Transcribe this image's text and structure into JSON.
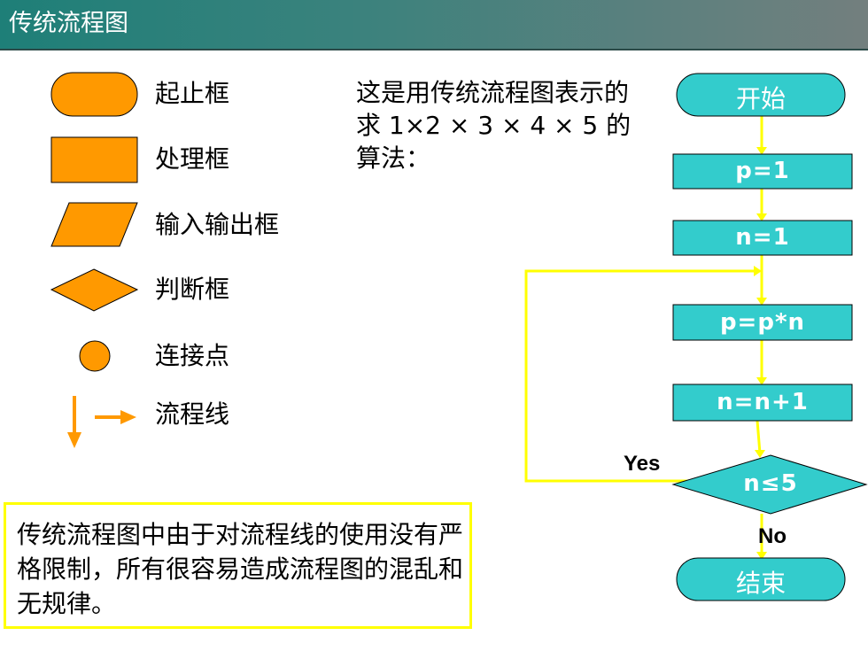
{
  "title": "传统流程图",
  "colors": {
    "shape_orange": "#ff9900",
    "flow_teal": "#33cccc",
    "connector_yellow": "#ffff00",
    "note_border": "#ffff00"
  },
  "legend": [
    {
      "shape": "terminal",
      "label": "起止框"
    },
    {
      "shape": "process",
      "label": "处理框"
    },
    {
      "shape": "io-parallelogram",
      "label": "输入输出框"
    },
    {
      "shape": "decision-diamond",
      "label": "判断框"
    },
    {
      "shape": "connector-circle",
      "label": "连接点"
    },
    {
      "shape": "flow-arrows",
      "label": "流程线"
    }
  ],
  "description": "这是用传统流程图表示的求 1×2 × 3 × 4 × 5 的算法：",
  "flowchart": {
    "start": "开始",
    "steps": [
      "p=1",
      "n=1",
      "p=p*n",
      "n=n+1"
    ],
    "decision": "n≤5",
    "yes_label": "Yes",
    "no_label": "No",
    "end": "结束"
  },
  "note": "传统流程图中由于对流程线的使用没有严格限制，所有很容易造成流程图的混乱和无规律。"
}
